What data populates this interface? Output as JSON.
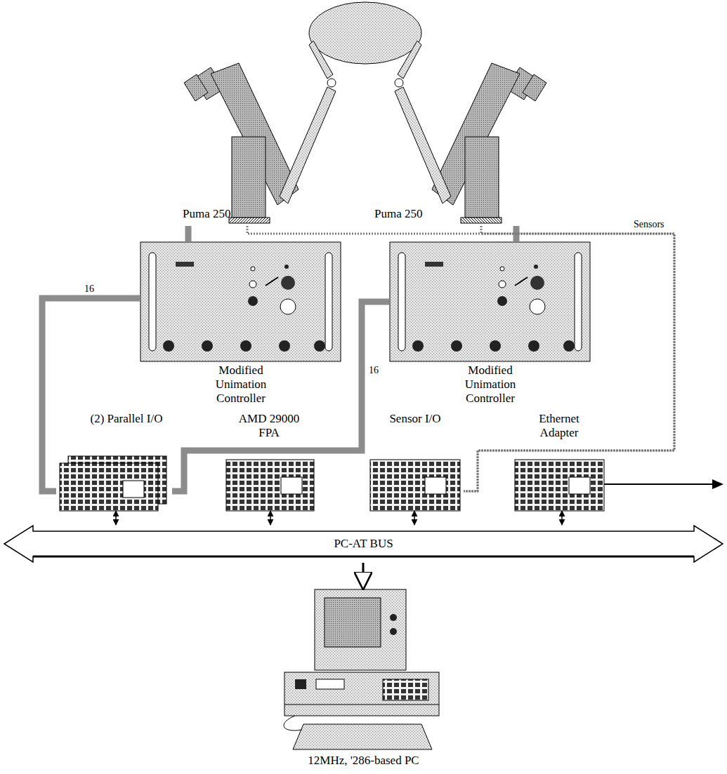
{
  "diagram": {
    "nodes": [
      {
        "text": [
          "Puma 250"
        ]
      },
      {
        "text": [
          "Puma 250"
        ]
      },
      {
        "text": [
          "Modified Unimation Controller"
        ]
      },
      {
        "text": [
          "Modified Unimation Controller"
        ]
      },
      {
        "text": [
          "(2) Parallel I/O"
        ]
      },
      {
        "text": [
          "AMD 29000 FPA"
        ]
      },
      {
        "text": [
          "Sensor I/O"
        ]
      },
      {
        "text": [
          "Ethernet Adapter"
        ]
      },
      {
        "text": [
          "PC-AT BUS"
        ]
      },
      {
        "text": [
          "12MHz, '286-based PC"
        ]
      }
    ],
    "edges": [
      {
        "from": 0,
        "to": 2,
        "arrow": "none"
      },
      {
        "from": 1,
        "to": 3,
        "arrow": "none"
      },
      {
        "from": 2,
        "to": 4,
        "arrow": "none",
        "label": "16"
      },
      {
        "from": 3,
        "to": 4,
        "arrow": "none",
        "label": "16"
      },
      {
        "from": 0,
        "to": 6,
        "arrow": "none"
      },
      {
        "from": 1,
        "to": 6,
        "arrow": "none",
        "label": "Sensors"
      },
      {
        "from": 4,
        "to": 8,
        "arrow": "both"
      },
      {
        "from": 5,
        "to": 8,
        "arrow": "both"
      },
      {
        "from": 6,
        "to": 8,
        "arrow": "both"
      },
      {
        "from": 7,
        "to": 8,
        "arrow": "both"
      },
      {
        "from": 8,
        "to": 9,
        "arrow": "to"
      }
    ]
  }
}
